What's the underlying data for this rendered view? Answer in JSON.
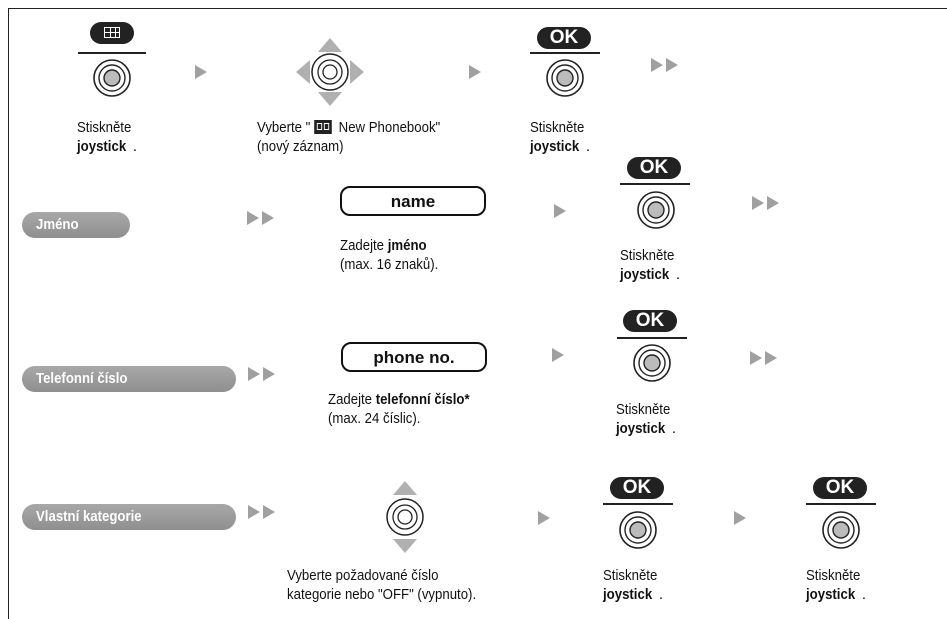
{
  "row1": {
    "step1": {
      "text": "Stiskněte",
      "bold": "joystick",
      "after": "."
    },
    "step2": {
      "line1_a": "Vyberte \"",
      "line1_b": " New Phonebook\"",
      "line2": "(nový záznam)"
    },
    "step3": {
      "text": "Stiskněte",
      "bold": "joystick",
      "after": "."
    },
    "ok_label": "OK"
  },
  "row2": {
    "label": "Jméno",
    "field": "name",
    "desc_a": "Zadejte ",
    "desc_bold": "jméno",
    "desc_line2": "(max. 16 znaků).",
    "press": {
      "text": "Stiskněte",
      "bold": "joystick",
      "after": "."
    },
    "ok_label": "OK"
  },
  "row3": {
    "label": "Telefonní číslo",
    "field": "phone no.",
    "desc_a": "Zadejte ",
    "desc_bold": "telefonní číslo*",
    "desc_line2": "(max. 24 číslic).",
    "press": {
      "text": "Stiskněte",
      "bold": "joystick",
      "after": "."
    },
    "ok_label": "OK"
  },
  "row4": {
    "label": "Vlastní kategorie",
    "desc_line1": "Vyberte požadované číslo",
    "desc_line2": "kategorie nebo \"OFF\" (vypnuto).",
    "press1": {
      "text": "Stiskněte",
      "bold": "joystick",
      "after": "."
    },
    "press2": {
      "text": "Stiskněte",
      "bold": "joystick",
      "after": "."
    },
    "ok_label": "OK"
  },
  "icons": [
    "menu-key-icon",
    "joystick-icon",
    "four-way-navigation-icon",
    "up-down-navigation-icon",
    "phonebook-icon",
    "arrow-right-icon",
    "double-arrow-right-icon"
  ]
}
